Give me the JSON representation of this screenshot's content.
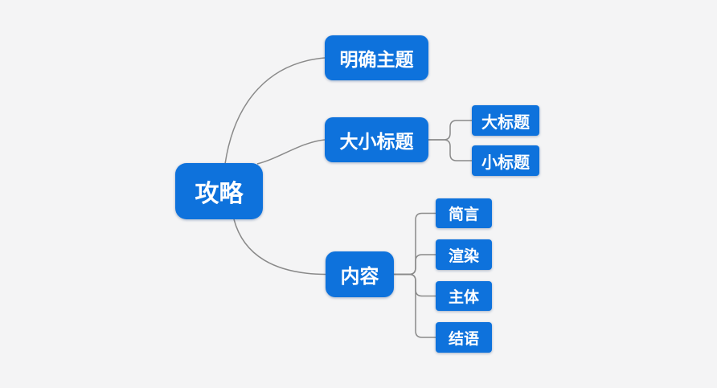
{
  "diagram": {
    "background": "#f4f4f5",
    "colors": {
      "node_fill": "#0e72dc",
      "node_text": "#ffffff",
      "connector": "#8a8a8a"
    },
    "root": {
      "label": "攻略"
    },
    "branches": [
      {
        "label": "明确主题",
        "children": []
      },
      {
        "label": "大小标题",
        "children": [
          {
            "label": "大标题"
          },
          {
            "label": "小标题"
          }
        ]
      },
      {
        "label": "内容",
        "children": [
          {
            "label": "简言"
          },
          {
            "label": "渲染"
          },
          {
            "label": "主体"
          },
          {
            "label": "结语"
          }
        ]
      }
    ]
  }
}
